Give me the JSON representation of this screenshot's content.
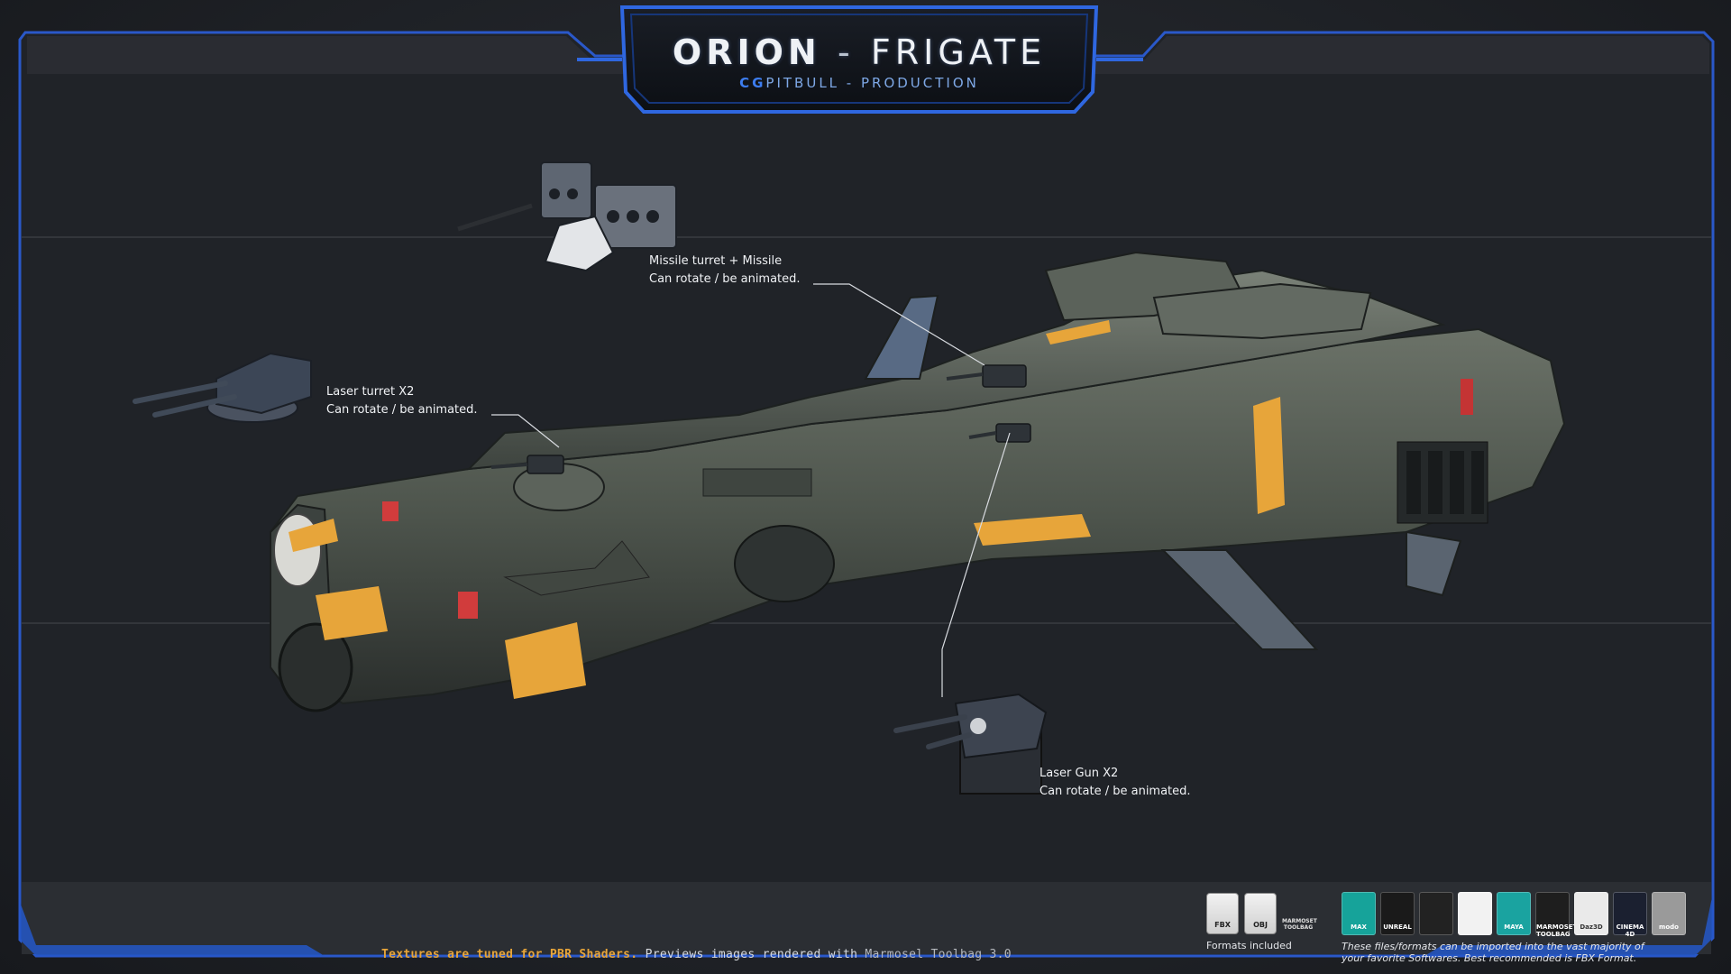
{
  "title": {
    "name": "ORION",
    "separator": "-",
    "subtitle_word": "FRIGATE",
    "studio_prefix": "CG",
    "studio_rest": "PITBULL - PRODUCTION"
  },
  "callouts": [
    {
      "line1": "Missile turret + Missile",
      "line2": "Can rotate / be animated."
    },
    {
      "line1": "Laser turret X2",
      "line2": "Can rotate / be animated."
    },
    {
      "line1": "Laser Gun X2",
      "line2": "Can rotate / be animated."
    }
  ],
  "footer": {
    "highlight": "Textures are tuned for PBR Shaders.",
    "middle": " Previews images rendered with ",
    "tool": "Marmosel Toolbag 3.0"
  },
  "formats": {
    "caption": "Formats included",
    "items": [
      "FBX",
      "OBJ",
      "MARMOSET TOOLBAG"
    ]
  },
  "software": {
    "caption_line1": "These files/formats can be imported into the vast majority of",
    "caption_line2": "your favorite Softwares. Best recommended is FBX Format.",
    "items": [
      {
        "label": "MAX",
        "color": "#16a39a"
      },
      {
        "label": "UNREAL",
        "color": "#1a1a1a"
      },
      {
        "label": "",
        "color": "#222222"
      },
      {
        "label": "",
        "color": "#f2f2f2"
      },
      {
        "label": "MAYA",
        "color": "#1aa3a0"
      },
      {
        "label": "MARMOSET TOOLBAG",
        "color": "#1e1e1e"
      },
      {
        "label": "Daz3D",
        "color": "#eaeaea"
      },
      {
        "label": "CINEMA 4D",
        "color": "#1b2030"
      },
      {
        "label": "modo",
        "color": "#9a9a9a"
      }
    ]
  },
  "colors": {
    "frame_blue": "#2457c8",
    "accent_orange": "#e7a53a"
  }
}
